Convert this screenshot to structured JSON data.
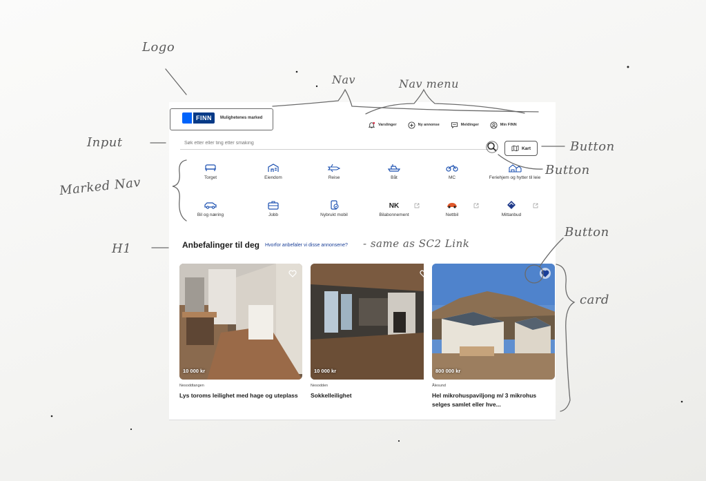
{
  "header": {
    "logo_text": "FINN",
    "tagline": "Mulighetenes marked",
    "nav": [
      {
        "label": "Varslinger",
        "icon": "bell-icon"
      },
      {
        "label": "Ny annonse",
        "icon": "plus-circle-icon"
      },
      {
        "label": "Meldinger",
        "icon": "chat-icon"
      },
      {
        "label": "Min FINN",
        "icon": "user-circle-icon"
      }
    ]
  },
  "search": {
    "placeholder": "Søk etter eller ting etter smaking",
    "map_button": "Kart"
  },
  "market": [
    {
      "label": "Torget",
      "icon": "sofa-icon"
    },
    {
      "label": "Eiendom",
      "icon": "building-icon"
    },
    {
      "label": "Reise",
      "icon": "airplane-icon"
    },
    {
      "label": "Båt",
      "icon": "boat-icon"
    },
    {
      "label": "MC",
      "icon": "motorcycle-icon"
    },
    {
      "label": "Feriehjem og hytter til leie",
      "icon": "cabin-icon"
    },
    {
      "label": "Bil og næring",
      "icon": "car-icon"
    },
    {
      "label": "Jobb",
      "icon": "briefcase-icon"
    },
    {
      "label": "Nybrukt mobil",
      "icon": "phone-icon"
    },
    {
      "label": "Bilabonnement",
      "icon": "nabo-logo-icon"
    },
    {
      "label": "Nettbil",
      "icon": "nettbil-logo-icon"
    },
    {
      "label": "Mittanbud",
      "icon": "mittanbud-logo-icon"
    }
  ],
  "recommendations": {
    "heading": "Anbefalinger til deg",
    "link": "Hvorfor anbefaler vi disse annonsene?",
    "cards": [
      {
        "price": "10 000 kr",
        "location": "Nesoddtangen",
        "title": "Lys toroms leilighet med hage og uteplass"
      },
      {
        "price": "10 000 kr",
        "location": "Nesodden",
        "title": "Sokkelleilighet"
      },
      {
        "price": "800 000 kr",
        "location": "Ålesund",
        "title": "Hel mikrohuspaviljong m/ 3 mikrohus selges samlet eller hve..."
      }
    ]
  },
  "annotations": {
    "logo": "Logo",
    "nav": "Nav",
    "nav_menu": "Nav menu",
    "input": "Input",
    "button_search": "Button",
    "button_map": "Button",
    "market_nav": "Marked Nav",
    "h1": "H1",
    "link_note": "- same as SC2 Link",
    "button_fav": "Button",
    "card": "card"
  }
}
